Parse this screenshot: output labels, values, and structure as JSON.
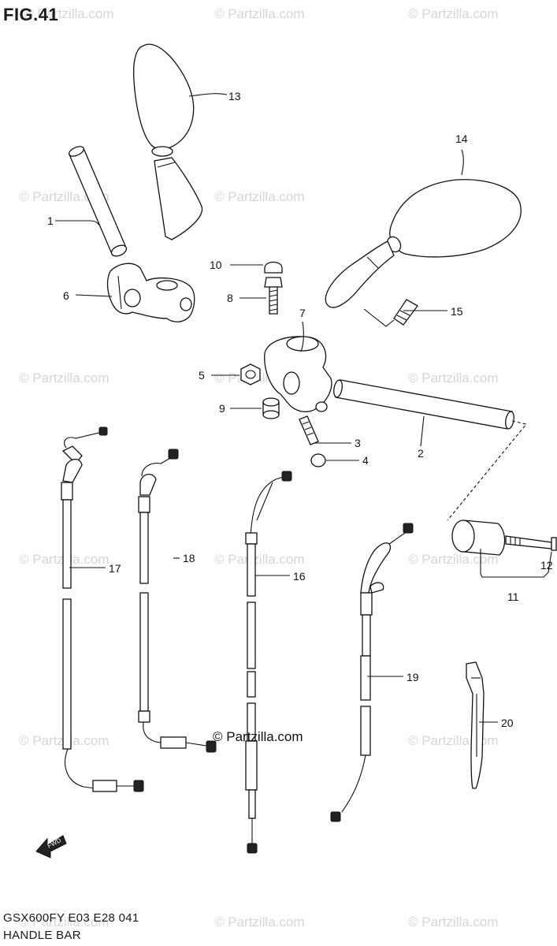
{
  "figure": {
    "title": "FIG.41",
    "model_code": "GSX600FY E03 E28 041",
    "section_name": "HANDLE BAR",
    "center_watermark": "© Partzilla.com",
    "watermark_text": "© Partzilla.com",
    "fwd_label": "FWD"
  },
  "callouts": {
    "p1": "1",
    "p2": "2",
    "p3": "3",
    "p4": "4",
    "p5": "5",
    "p6": "6",
    "p7": "7",
    "p8": "8",
    "p9": "9",
    "p10": "10",
    "p11": "11",
    "p12": "12",
    "p13": "13",
    "p14": "14",
    "p15": "15",
    "p16": "16",
    "p17": "17",
    "p18": "18",
    "p19": "19",
    "p20": "20"
  }
}
